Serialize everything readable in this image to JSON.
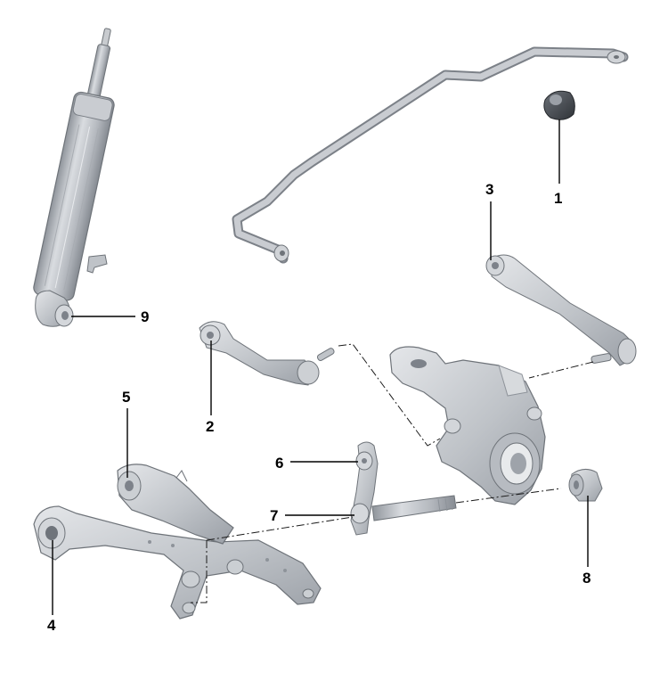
{
  "diagram": {
    "callouts": [
      {
        "id": "1",
        "label": "1"
      },
      {
        "id": "2",
        "label": "2"
      },
      {
        "id": "3",
        "label": "3"
      },
      {
        "id": "4",
        "label": "4"
      },
      {
        "id": "5",
        "label": "5"
      },
      {
        "id": "6",
        "label": "6"
      },
      {
        "id": "7",
        "label": "7"
      },
      {
        "id": "8",
        "label": "8"
      },
      {
        "id": "9",
        "label": "9"
      }
    ],
    "colors": {
      "part_fill": "#c4c7cc",
      "part_light": "#dfe1e4",
      "part_dark": "#8e939a",
      "part_outline": "#6e7379",
      "leader": "#000000",
      "text": "#000000"
    }
  }
}
